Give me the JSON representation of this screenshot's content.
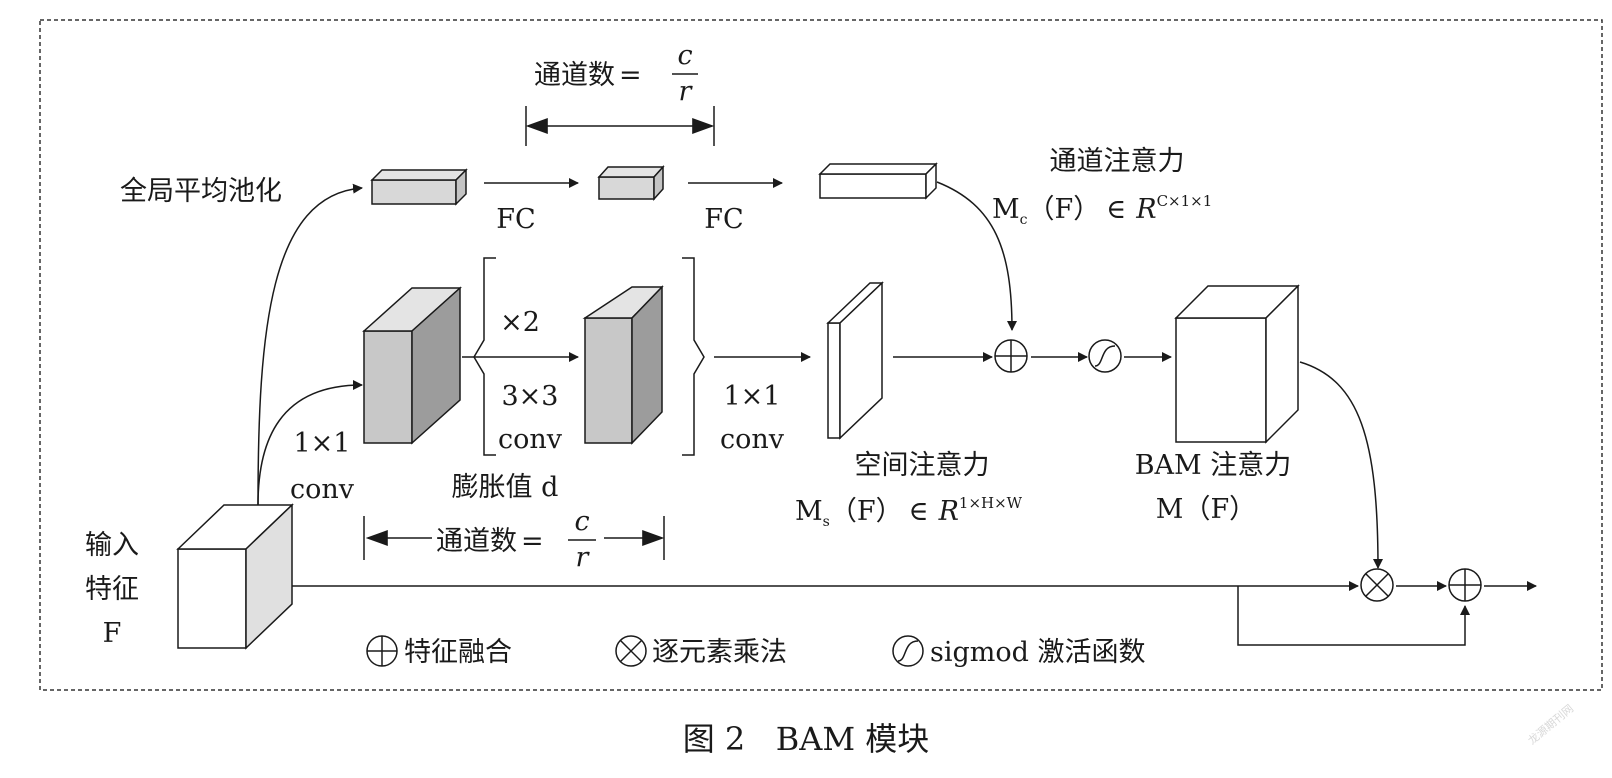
{
  "caption": "图 2   BAM 模块",
  "watermark": "龙源期刊网",
  "input": {
    "line1": "输入",
    "line2": "特征",
    "line3": "F"
  },
  "global_pool": "全局平均池化",
  "channel_count": {
    "prefix": "通道数",
    "eq": "=",
    "numerator": "c",
    "denominator": "r"
  },
  "fc1": "FC",
  "fc2": "FC",
  "channel_attention": {
    "title": "通道注意力",
    "expr_main": "M",
    "expr_sub": "c",
    "expr_arg": "（F）",
    "expr_in": "∈",
    "expr_R": "R",
    "expr_sup": "C×1×1"
  },
  "conv1x1_left": {
    "line1": "1×1",
    "line2": "conv"
  },
  "times2": "×2",
  "conv3x3": {
    "line1": "3×3",
    "line2": "conv"
  },
  "conv1x1_right": {
    "line1": "1×1",
    "line2": "conv"
  },
  "dilation": "膨胀值 d",
  "spatial_attention": {
    "title": "空间注意力",
    "expr_main": "M",
    "expr_sub": "s",
    "expr_arg": "（F）",
    "expr_in": "∈",
    "expr_R": "R",
    "expr_sup": "1×H×W"
  },
  "bam_attention": {
    "line1": "BAM 注意力",
    "line2": "M（F）"
  },
  "legend": [
    {
      "icon": "circle-plus-icon",
      "label": "特征融合"
    },
    {
      "icon": "circle-times-icon",
      "label": "逐元素乘法"
    },
    {
      "icon": "sigmoid-icon",
      "label": "sigmod 激活函数"
    }
  ],
  "colors": {
    "block_front": "#c8c8c8",
    "block_side": "#9c9c9c",
    "block_top": "#e4e4e4",
    "line": "#1a1a1a"
  }
}
